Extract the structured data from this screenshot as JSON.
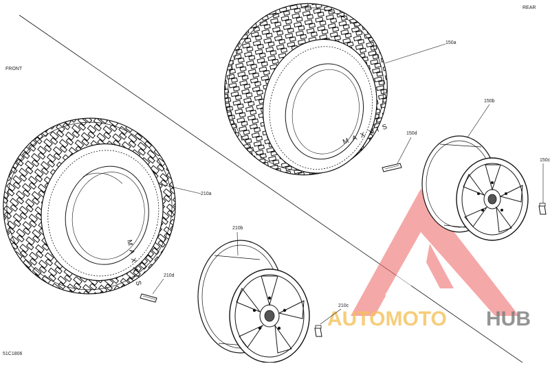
{
  "labels": {
    "front": "FRONT",
    "rear": "REAR",
    "drawing_no": "51C1806",
    "p150a": "150a",
    "p150b": "150b",
    "p150c": "150c",
    "p150d": "150d",
    "p210a": "210a",
    "p210b": "210b",
    "p210c": "210c",
    "p210d": "210d"
  },
  "tire_sidewall_text": "MAXXIS",
  "watermark": {
    "part1": "AUTOMOTO",
    "part2": "HUB",
    "color_part1": "#f5c15a",
    "color_part2": "#7a7a7a",
    "logo_color": "#ef7070"
  },
  "colors": {
    "line": "#111111",
    "background": "#ffffff"
  }
}
